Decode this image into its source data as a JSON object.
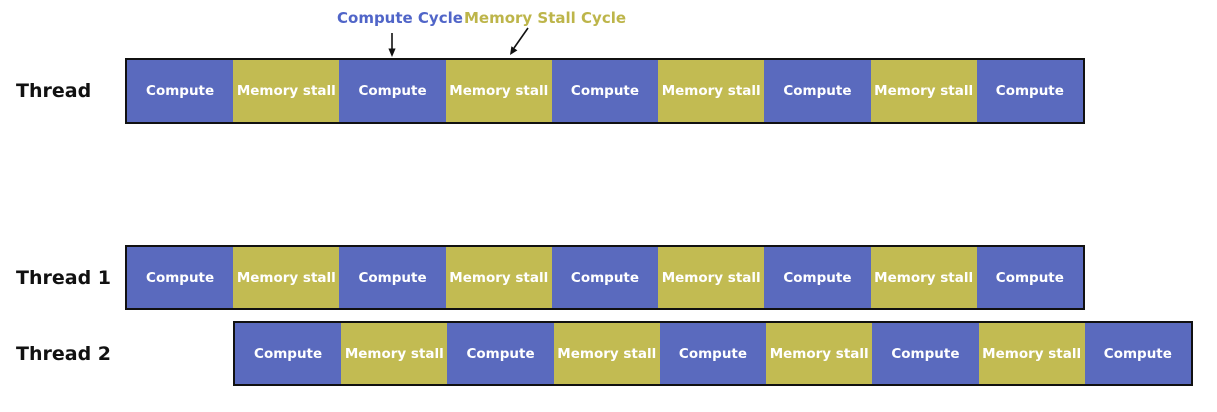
{
  "colors": {
    "compute_block": "#5a6abe",
    "memory_stall_block": "#c2bb52",
    "legend_compute_text": "#5065c8",
    "legend_stall_text": "#bdb54a",
    "block_text": "#ffffff",
    "label_text": "#111111",
    "border": "#111111"
  },
  "legend": {
    "compute_label": "Compute Cycle",
    "memory_stall_label": "Memory Stall Cycle"
  },
  "threads": [
    {
      "label": "Thread",
      "blocks": [
        {
          "type": "compute",
          "label": "Compute"
        },
        {
          "type": "memory_stall",
          "label": "Memory stall"
        },
        {
          "type": "compute",
          "label": "Compute"
        },
        {
          "type": "memory_stall",
          "label": "Memory stall"
        },
        {
          "type": "compute",
          "label": "Compute"
        },
        {
          "type": "memory_stall",
          "label": "Memory stall"
        },
        {
          "type": "compute",
          "label": "Compute"
        },
        {
          "type": "memory_stall",
          "label": "Memory stall"
        },
        {
          "type": "compute",
          "label": "Compute"
        }
      ]
    },
    {
      "label": "Thread 1",
      "blocks": [
        {
          "type": "compute",
          "label": "Compute"
        },
        {
          "type": "memory_stall",
          "label": "Memory stall"
        },
        {
          "type": "compute",
          "label": "Compute"
        },
        {
          "type": "memory_stall",
          "label": "Memory stall"
        },
        {
          "type": "compute",
          "label": "Compute"
        },
        {
          "type": "memory_stall",
          "label": "Memory stall"
        },
        {
          "type": "compute",
          "label": "Compute"
        },
        {
          "type": "memory_stall",
          "label": "Memory stall"
        },
        {
          "type": "compute",
          "label": "Compute"
        }
      ]
    },
    {
      "label": "Thread 2",
      "blocks": [
        {
          "type": "compute",
          "label": "Compute"
        },
        {
          "type": "memory_stall",
          "label": "Memory stall"
        },
        {
          "type": "compute",
          "label": "Compute"
        },
        {
          "type": "memory_stall",
          "label": "Memory stall"
        },
        {
          "type": "compute",
          "label": "Compute"
        },
        {
          "type": "memory_stall",
          "label": "Memory stall"
        },
        {
          "type": "compute",
          "label": "Compute"
        },
        {
          "type": "memory_stall",
          "label": "Memory stall"
        },
        {
          "type": "compute",
          "label": "Compute"
        }
      ]
    }
  ]
}
